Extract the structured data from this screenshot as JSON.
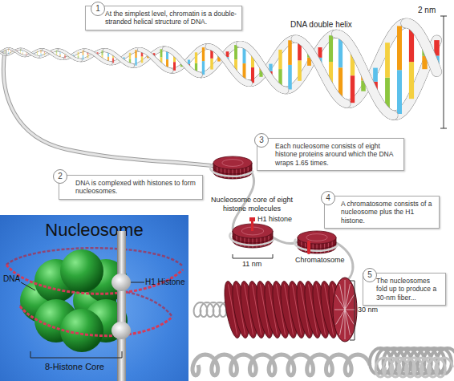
{
  "diagram": {
    "nodes": [
      {
        "text": [
          "1"
        ]
      },
      {
        "text": [
          "At the simplest level, chromatin is a double-stranded helical structure of DNA."
        ]
      },
      {
        "text": [
          "2"
        ]
      },
      {
        "text": [
          "DNA is complexed with histones to form nucleosomes."
        ]
      },
      {
        "text": [
          "3"
        ]
      },
      {
        "text": [
          "Each nucleosome consists of eight histone proteins around which the DNA wraps 1.65 times."
        ]
      },
      {
        "text": [
          "4"
        ]
      },
      {
        "text": [
          "A chromatosome consists of a nucleosome plus the H1 histone."
        ]
      },
      {
        "text": [
          "5"
        ]
      },
      {
        "text": [
          "The nucleosomes fold up to produce a 30-nm fiber..."
        ]
      },
      {
        "text": [
          "Nucleosome"
        ]
      }
    ],
    "labels": [
      "DNA double helix",
      "2 nm",
      "Nucleosome core of eight histone molecules",
      "H1 histone",
      "11 nm",
      "Chromatosome",
      "30 nm",
      "DNA",
      "H1 Histone",
      "8-Histone Core"
    ]
  }
}
